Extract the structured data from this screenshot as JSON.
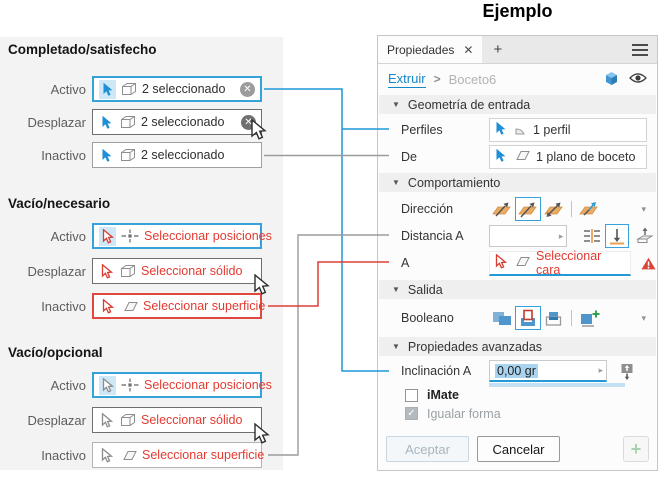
{
  "title": "Ejemplo",
  "icons": {
    "tab_close": "✕",
    "tab_plus": "+",
    "chevron_down": "▾",
    "spinner": "▸",
    "section_triangle": "▼",
    "crumb_sep": ">",
    "check": "✓",
    "x_circle": "✕",
    "footer_plus": "+"
  },
  "colors": {
    "accent_blue": "#1f97da",
    "alert_red": "#df3f36",
    "neutral_gray": "#9b9b9b",
    "plane_orange": "#ecab62"
  },
  "left": {
    "sections": [
      {
        "title": "Completado/satisfecho",
        "rows": [
          {
            "state": "Activo",
            "text": "2 seleccionado"
          },
          {
            "state": "Desplazar",
            "text": "2 seleccionado"
          },
          {
            "state": "Inactivo",
            "text": "2 seleccionado"
          }
        ]
      },
      {
        "title": "Vacío/necesario",
        "rows": [
          {
            "state": "Activo",
            "text": "Seleccionar posiciones"
          },
          {
            "state": "Desplazar",
            "text": "Seleccionar sólido"
          },
          {
            "state": "Inactivo",
            "text": "Seleccionar superficie"
          }
        ]
      },
      {
        "title": "Vacío/opcional",
        "rows": [
          {
            "state": "Activo",
            "text": "Seleccionar posiciones"
          },
          {
            "state": "Desplazar",
            "text": "Seleccionar sólido"
          },
          {
            "state": "Inactivo",
            "text": "Seleccionar superficie"
          }
        ]
      }
    ]
  },
  "panel": {
    "tab_label": "Propiedades",
    "breadcrumb": {
      "link": "Extruir",
      "current": "Boceto6"
    },
    "sections": {
      "geometry": "Geometría de entrada",
      "behavior": "Comportamiento",
      "output": "Salida",
      "advanced": "Propiedades avanzadas"
    },
    "fields": {
      "perfiles": {
        "label": "Perfiles",
        "value": "1 perfil"
      },
      "de": {
        "label": "De",
        "value": "1 plano de boceto"
      },
      "direccion": {
        "label": "Dirección"
      },
      "distancia": {
        "label": "Distancia A",
        "value": ""
      },
      "a": {
        "label": "A",
        "value": "Seleccionar cara"
      },
      "booleano": {
        "label": "Booleano"
      },
      "inclinacion": {
        "label": "Inclinación A",
        "value": "0,00 gr"
      }
    },
    "checkboxes": {
      "imate": "iMate",
      "igualar": "Igualar forma"
    },
    "footer": {
      "accept": "Aceptar",
      "cancel": "Cancelar"
    }
  }
}
